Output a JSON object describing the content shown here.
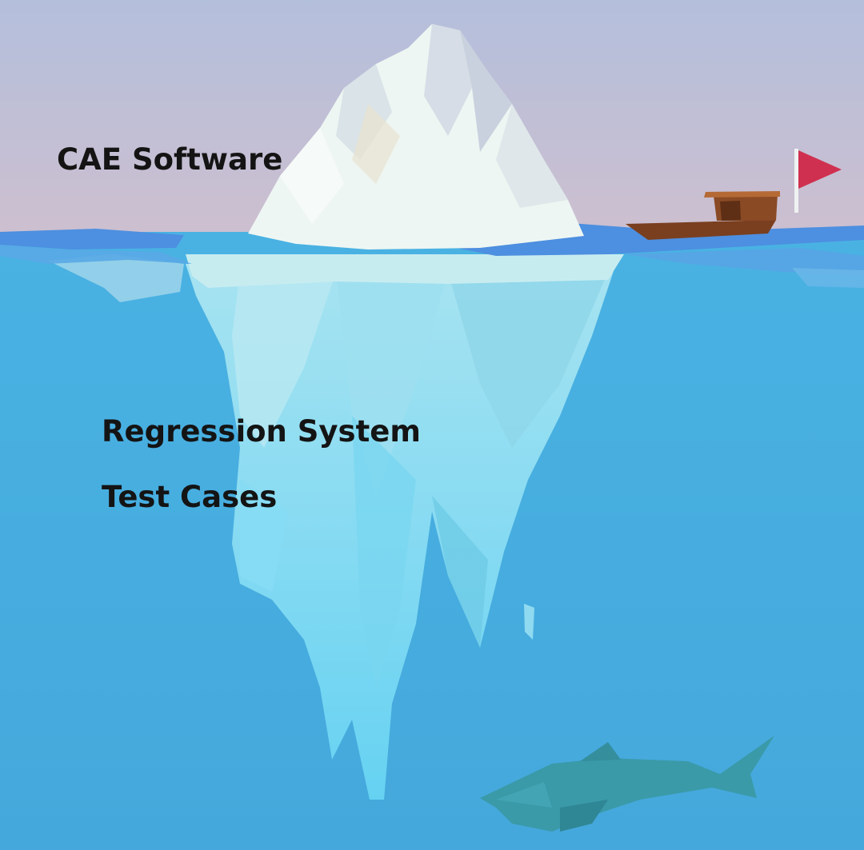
{
  "labels": {
    "above_water": "CAE Software",
    "below_water": [
      "Regression System",
      "Test Cases"
    ]
  },
  "colors": {
    "sky_top": "#b4bfdc",
    "sky_bottom": "#cdbfcf",
    "water": "#47aee0",
    "surface_water": "#4d8fe0",
    "ice_above": "#eef6f3",
    "ice_below": "#8fdaf0",
    "boat": "#7a3f1f",
    "flag": "#d0304f",
    "shark": "#3a9aa8",
    "text": "#141414"
  },
  "icons": [
    "iceberg-icon",
    "boat-icon",
    "flag-icon",
    "shark-icon"
  ]
}
